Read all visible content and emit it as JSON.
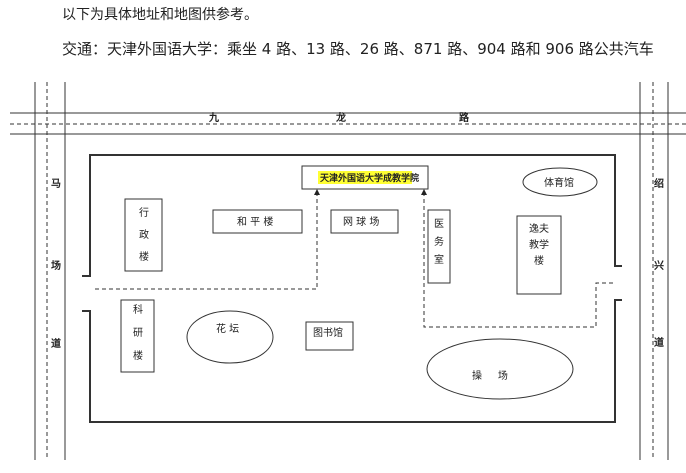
{
  "intro": "以下为具体地址和地图供参考。",
  "transport": "交通：天津外国语大学：乘坐 4 路、13 路、26 路、871 路、904 路和 906 路公共汽车",
  "map": {
    "top_road": [
      "九",
      "龙",
      "路"
    ],
    "left_road": [
      "马",
      "场",
      "道"
    ],
    "right_road": [
      "绍",
      "兴",
      "道"
    ],
    "destination": "天津外国语大学成教学院",
    "destination_highlight": "#ffff33",
    "buildings": {
      "gym": "体育馆",
      "admin": [
        "行",
        "政",
        "楼"
      ],
      "heping": "和 平 楼",
      "tennis": "网 球 场",
      "clinic": [
        "医",
        "务",
        "室"
      ],
      "yifu": [
        "逸夫",
        "教学",
        "楼"
      ],
      "research": [
        "科",
        "研",
        "楼"
      ],
      "garden": "花 坛",
      "library": "图书馆",
      "playground": "操     场"
    }
  }
}
